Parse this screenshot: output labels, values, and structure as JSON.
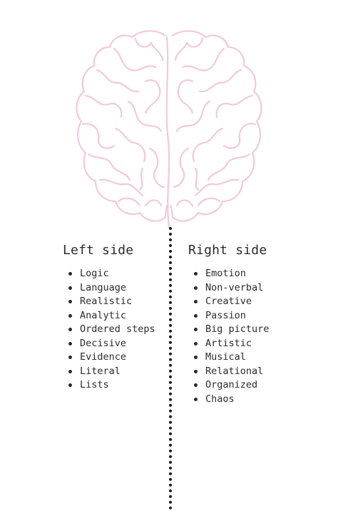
{
  "brain": {
    "icon": "brain-icon",
    "stroke_color": "#f2c9dc"
  },
  "divider_color": "#1c1c1c",
  "left": {
    "title": "Left side",
    "items": [
      "Logic",
      "Language",
      "Realistic",
      "Analytic",
      "Ordered steps",
      "Decisive",
      "Evidence",
      "Literal",
      "Lists"
    ]
  },
  "right": {
    "title": "Right side",
    "items": [
      "Emotion",
      "Non-verbal",
      "Creative",
      "Passion",
      "Big picture",
      "Artistic",
      "Musical",
      "Relational",
      "Organized",
      "Chaos"
    ]
  }
}
